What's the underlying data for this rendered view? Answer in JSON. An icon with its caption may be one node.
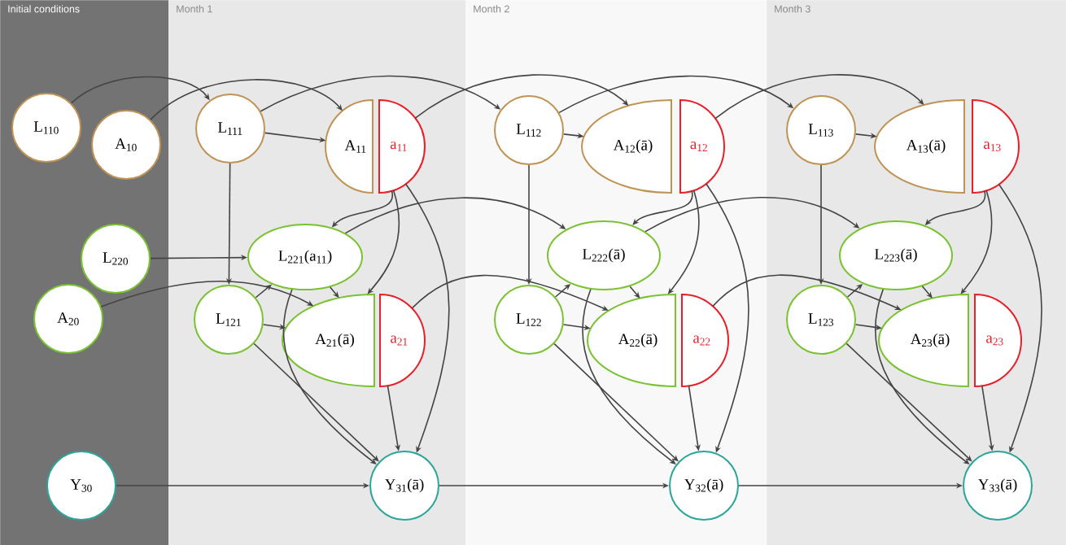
{
  "diagram": {
    "nodes": [
      {
        "text": [
          "Initial conditions"
        ]
      },
      {
        "text": [
          "Month 1"
        ]
      },
      {
        "text": [
          "Month 2"
        ]
      },
      {
        "text": [
          "Month 3"
        ]
      },
      {
        "text": [
          "L$_{110}$"
        ],
        "in": 0
      },
      {
        "text": [
          "A$_{10}$"
        ],
        "in": 0
      },
      {
        "text": [
          "L$_{220}$"
        ],
        "in": 0
      },
      {
        "text": [
          "A$_{20}$"
        ],
        "in": 0
      },
      {
        "text": [
          "Y$_{30}$"
        ],
        "in": 0
      },
      {
        "text": [
          "L$_{111}$"
        ],
        "in": 1
      },
      {
        "text": [
          "A$_{11}$"
        ],
        "in": 1
      },
      {
        "text": [
          "a$_{11}$"
        ],
        "in": 1
      },
      {
        "text": [
          "L$_{221}$(a$_{11}$)"
        ],
        "in": 1
      },
      {
        "text": [
          "L$_{121}$"
        ],
        "in": 1
      },
      {
        "text": [
          "A$_{21}$(ā)"
        ],
        "in": 1
      },
      {
        "text": [
          "a$_{21}$"
        ],
        "in": 1
      },
      {
        "text": [
          "Y$_{31}$(ā)"
        ],
        "in": 1
      },
      {
        "text": [
          "L$_{112}$"
        ],
        "in": 2
      },
      {
        "text": [
          "A$_{12}$(ā)"
        ],
        "in": 2
      },
      {
        "text": [
          "a$_{12}$"
        ],
        "in": 2
      },
      {
        "text": [
          "L$_{222}$(ā)"
        ],
        "in": 2
      },
      {
        "text": [
          "L$_{122}$"
        ],
        "in": 2
      },
      {
        "text": [
          "A$_{22}$(ā)"
        ],
        "in": 2
      },
      {
        "text": [
          "a$_{22}$"
        ],
        "in": 2
      },
      {
        "text": [
          "Y$_{32}$(ā)"
        ],
        "in": 2
      },
      {
        "text": [
          "L$_{113}$"
        ],
        "in": 3
      },
      {
        "text": [
          "A$_{13}$(ā)"
        ],
        "in": 3
      },
      {
        "text": [
          "a$_{13}$"
        ],
        "in": 3
      },
      {
        "text": [
          "L$_{223}$(ā)"
        ],
        "in": 3
      },
      {
        "text": [
          "L$_{123}$"
        ],
        "in": 3
      },
      {
        "text": [
          "A$_{23}$(ā)"
        ],
        "in": 3
      },
      {
        "text": [
          "a$_{23}$"
        ],
        "in": 3
      },
      {
        "text": [
          "Y$_{33}$(ā)"
        ],
        "in": 3
      }
    ],
    "edges": [
      {
        "from": 4,
        "to": 9,
        "arrow": "to"
      },
      {
        "from": 5,
        "to": 10,
        "arrow": "to"
      },
      {
        "from": 9,
        "to": 10,
        "arrow": "to"
      },
      {
        "from": 9,
        "to": 13,
        "arrow": "to"
      },
      {
        "from": 9,
        "to": 17,
        "arrow": "to"
      },
      {
        "from": 11,
        "to": 18,
        "arrow": "to"
      },
      {
        "from": 11,
        "to": 12,
        "arrow": "to"
      },
      {
        "from": 11,
        "to": 14,
        "arrow": "to"
      },
      {
        "from": 11,
        "to": 16,
        "arrow": "to"
      },
      {
        "from": 6,
        "to": 12,
        "arrow": "to"
      },
      {
        "from": 7,
        "to": 14,
        "arrow": "to"
      },
      {
        "from": 13,
        "to": 12,
        "arrow": "to"
      },
      {
        "from": 12,
        "to": 14,
        "arrow": "to"
      },
      {
        "from": 13,
        "to": 14,
        "arrow": "to"
      },
      {
        "from": 13,
        "to": 16,
        "arrow": "to"
      },
      {
        "from": 12,
        "to": 16,
        "arrow": "to"
      },
      {
        "from": 15,
        "to": 16,
        "arrow": "to"
      },
      {
        "from": 8,
        "to": 16,
        "arrow": "to"
      },
      {
        "from": 12,
        "to": 20,
        "arrow": "to"
      },
      {
        "from": 15,
        "to": 22,
        "arrow": "to"
      },
      {
        "from": 17,
        "to": 18,
        "arrow": "to"
      },
      {
        "from": 17,
        "to": 21,
        "arrow": "to"
      },
      {
        "from": 17,
        "to": 25,
        "arrow": "to"
      },
      {
        "from": 19,
        "to": 26,
        "arrow": "to"
      },
      {
        "from": 19,
        "to": 20,
        "arrow": "to"
      },
      {
        "from": 19,
        "to": 22,
        "arrow": "to"
      },
      {
        "from": 19,
        "to": 24,
        "arrow": "to"
      },
      {
        "from": 21,
        "to": 20,
        "arrow": "to"
      },
      {
        "from": 20,
        "to": 22,
        "arrow": "to"
      },
      {
        "from": 21,
        "to": 22,
        "arrow": "to"
      },
      {
        "from": 21,
        "to": 24,
        "arrow": "to"
      },
      {
        "from": 20,
        "to": 24,
        "arrow": "to"
      },
      {
        "from": 23,
        "to": 24,
        "arrow": "to"
      },
      {
        "from": 16,
        "to": 24,
        "arrow": "to"
      },
      {
        "from": 20,
        "to": 28,
        "arrow": "to"
      },
      {
        "from": 23,
        "to": 30,
        "arrow": "to"
      },
      {
        "from": 25,
        "to": 26,
        "arrow": "to"
      },
      {
        "from": 25,
        "to": 29,
        "arrow": "to"
      },
      {
        "from": 27,
        "to": 28,
        "arrow": "to"
      },
      {
        "from": 27,
        "to": 30,
        "arrow": "to"
      },
      {
        "from": 27,
        "to": 32,
        "arrow": "to"
      },
      {
        "from": 29,
        "to": 28,
        "arrow": "to"
      },
      {
        "from": 28,
        "to": 30,
        "arrow": "to"
      },
      {
        "from": 29,
        "to": 30,
        "arrow": "to"
      },
      {
        "from": 29,
        "to": 32,
        "arrow": "to"
      },
      {
        "from": 28,
        "to": 32,
        "arrow": "to"
      },
      {
        "from": 31,
        "to": 32,
        "arrow": "to"
      },
      {
        "from": 24,
        "to": 32,
        "arrow": "to"
      }
    ]
  }
}
